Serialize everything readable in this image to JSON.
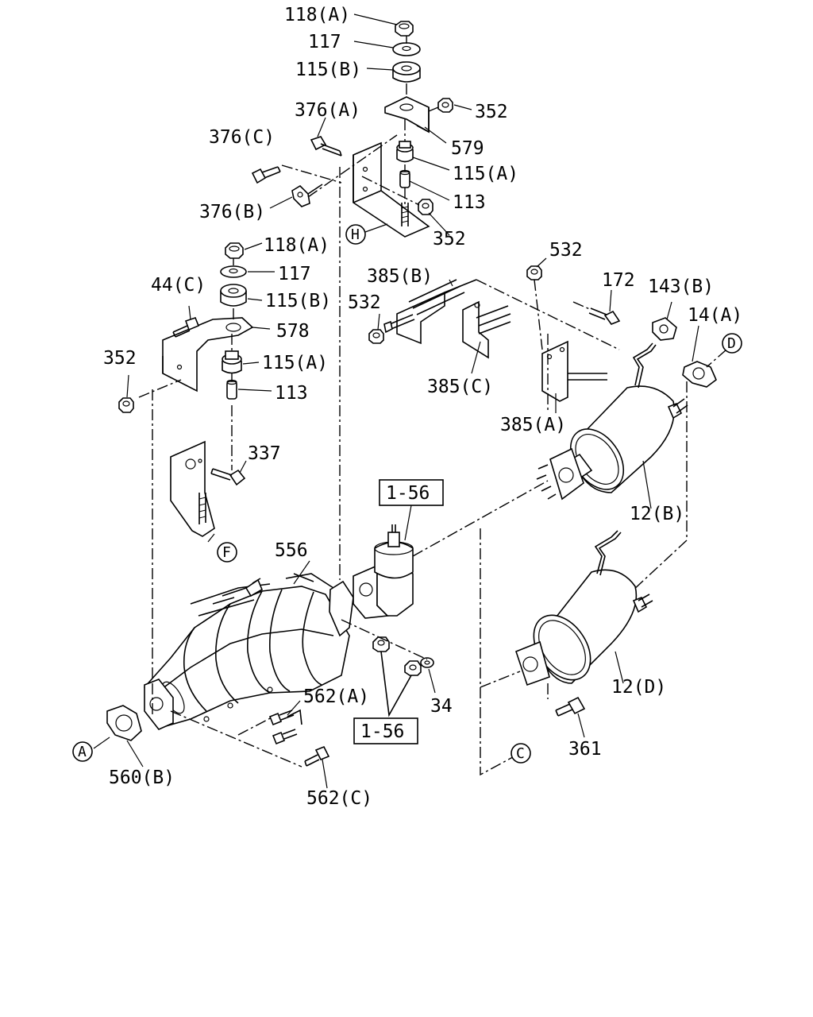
{
  "labels": {
    "l118a_top": "118(A)",
    "l117_top": "117",
    "l115b_top": "115(B)",
    "l352_a": "352",
    "l376a": "376(A)",
    "l376c": "376(C)",
    "l579": "579",
    "l115a_top": "115(A)",
    "l113_top": "113",
    "l376b": "376(B)",
    "l352_b": "352",
    "l118a_mid": "118(A)",
    "l117_mid": "117",
    "l115b_mid": "115(B)",
    "l44c": "44(C)",
    "l578": "578",
    "l352_c": "352",
    "l115a_mid": "115(A)",
    "l113_mid": "113",
    "l337": "337",
    "l385b": "385(B)",
    "l532_a": "532",
    "l532_b": "532",
    "l385c": "385(C)",
    "l385a": "385(A)",
    "l172": "172",
    "l143b": "143(B)",
    "l14a": "14(A)",
    "l12b": "12(B)",
    "l156_box_top": "1-56",
    "l556": "556",
    "l562a": "562(A)",
    "l34": "34",
    "l156_box_bottom": "1-56",
    "l12d": "12(D)",
    "l361": "361",
    "l560b": "560(B)",
    "l562c": "562(C)"
  },
  "refs": {
    "H": "H",
    "F": "F",
    "D": "D",
    "A": "A",
    "C": "C"
  }
}
